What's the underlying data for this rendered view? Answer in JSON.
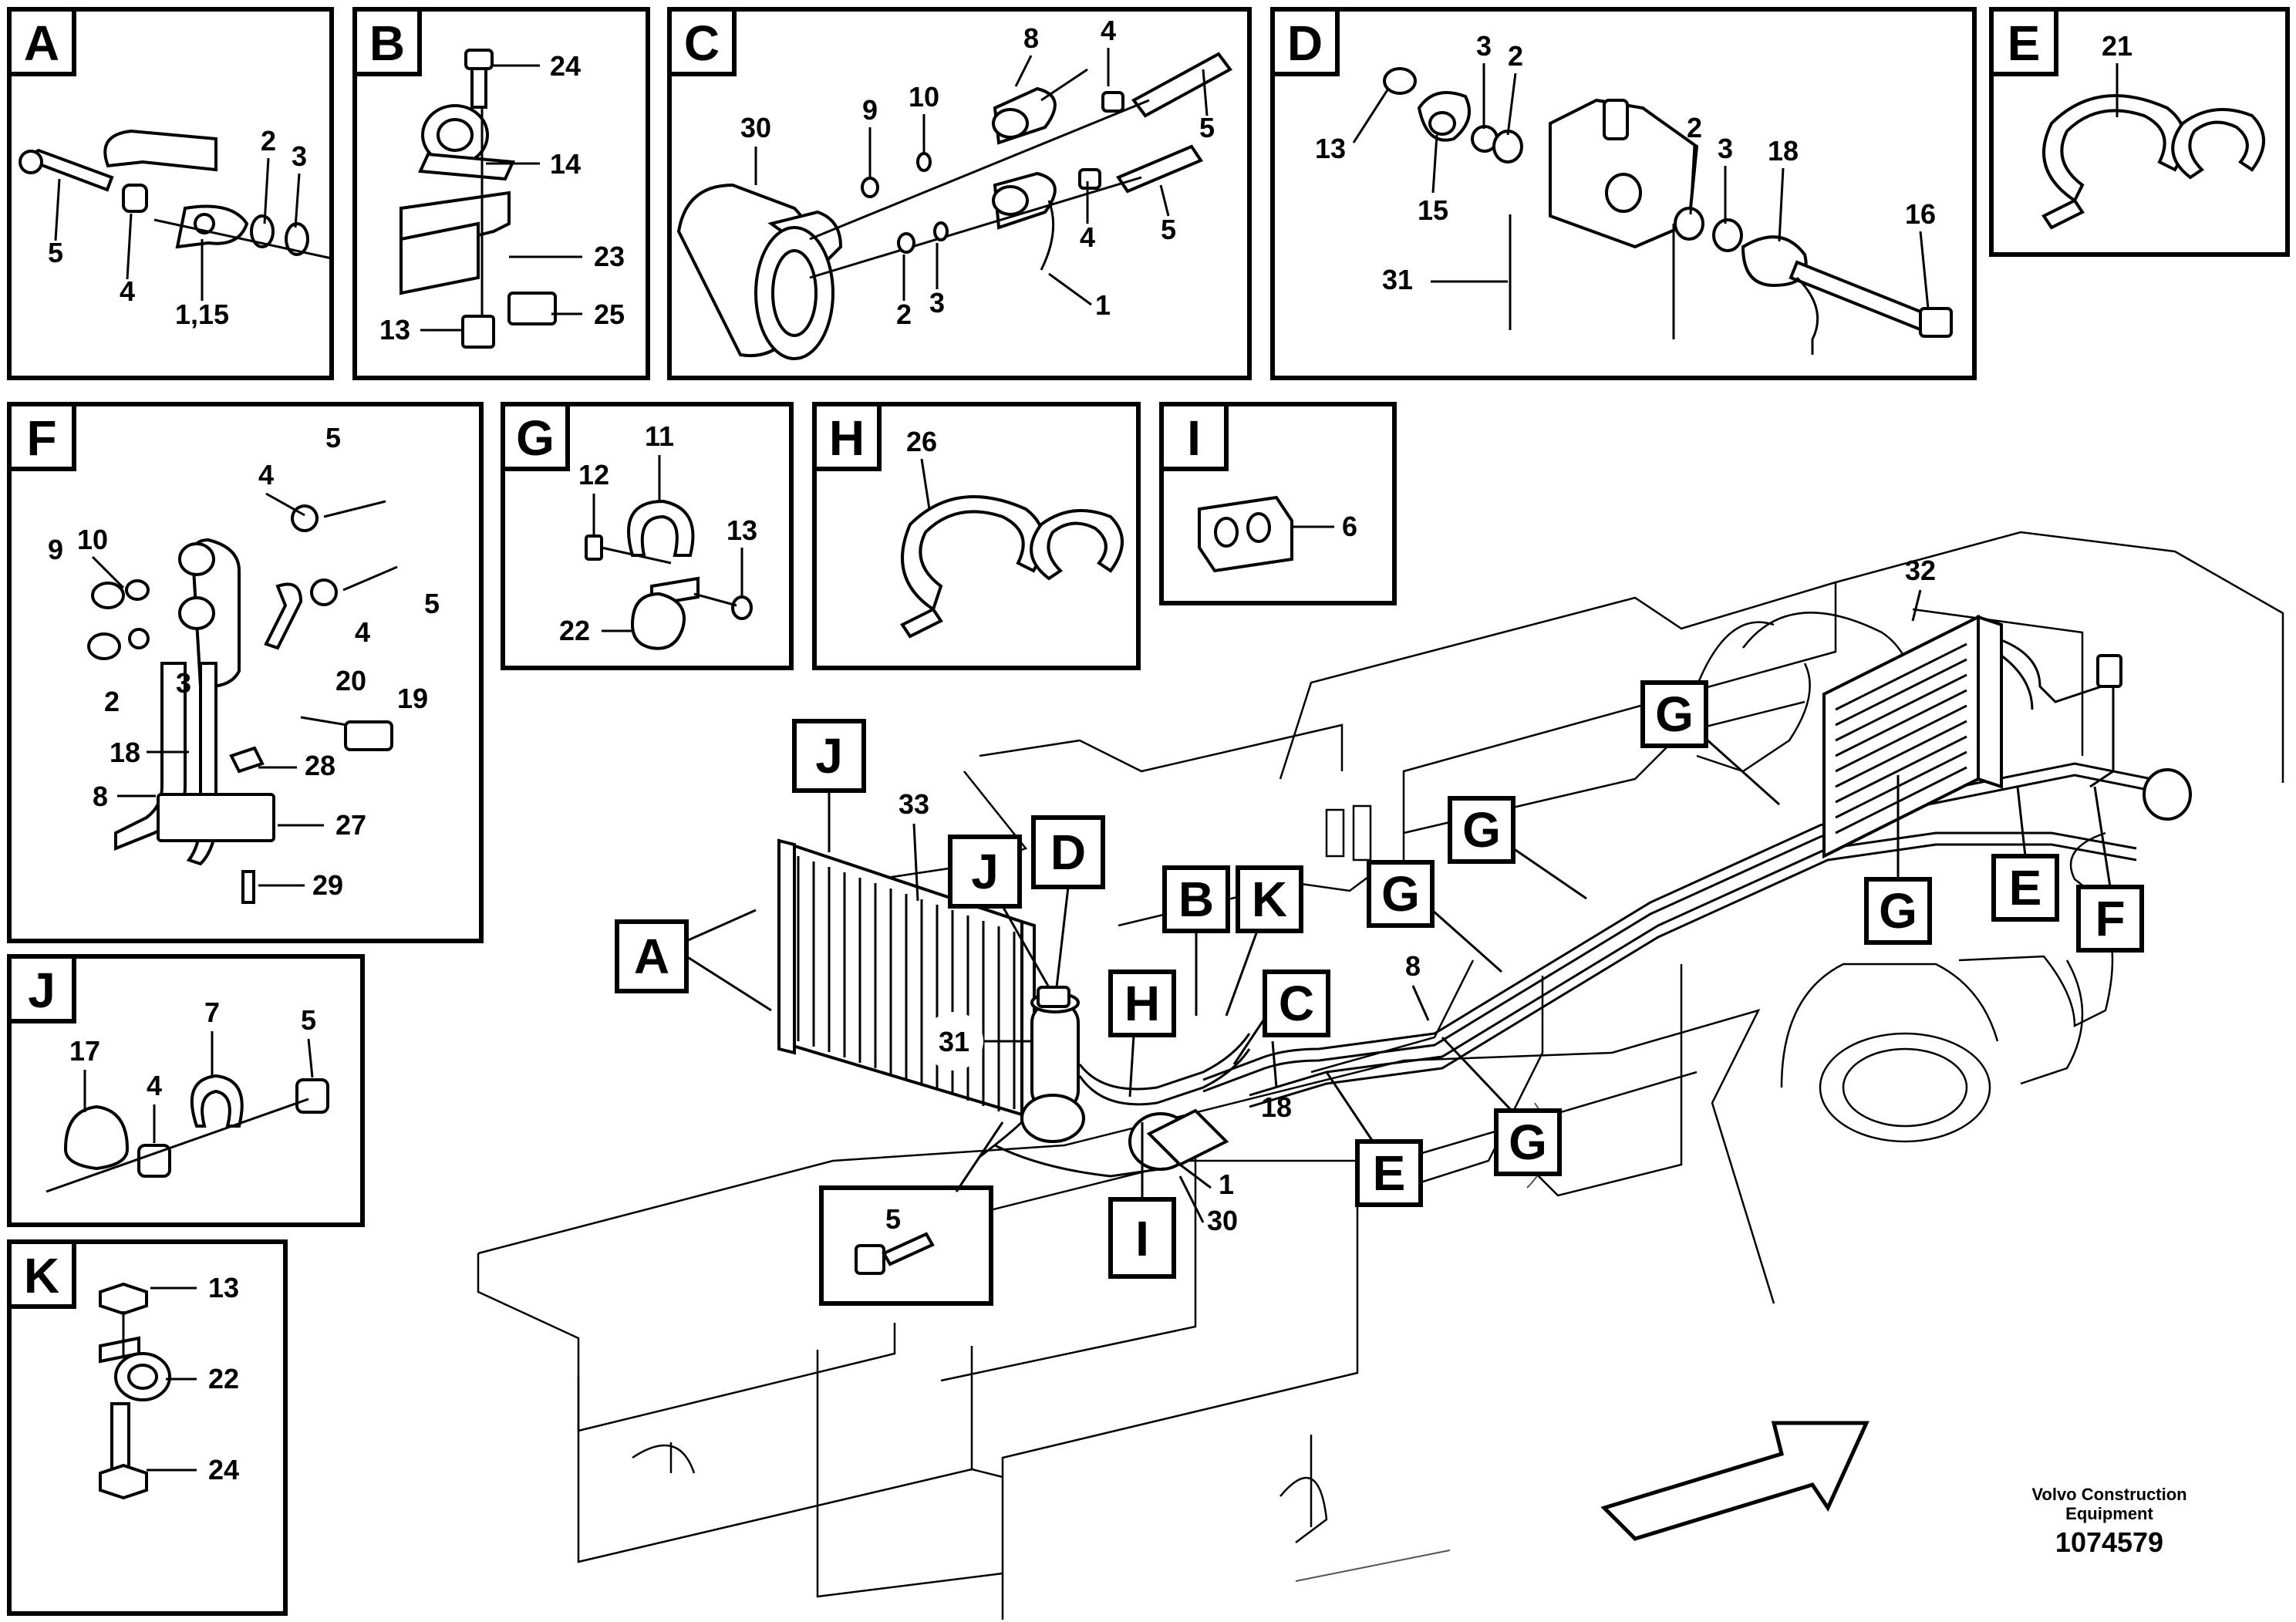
{
  "panels": {
    "A": {
      "letter": "A",
      "callouts": [
        "5",
        "4",
        "2",
        "3",
        "1,15"
      ]
    },
    "B": {
      "letter": "B",
      "callouts": [
        "24",
        "14",
        "23",
        "13",
        "25"
      ]
    },
    "C": {
      "letter": "C",
      "callouts": [
        "8",
        "4",
        "5",
        "30",
        "9",
        "10",
        "5",
        "4",
        "1",
        "2",
        "3"
      ]
    },
    "D": {
      "letter": "D",
      "callouts": [
        "3",
        "2",
        "13",
        "15",
        "2",
        "3",
        "18",
        "16",
        "31"
      ]
    },
    "E": {
      "letter": "E",
      "callouts": [
        "21"
      ]
    },
    "F": {
      "letter": "F",
      "callouts": [
        "5",
        "4",
        "9",
        "10",
        "5",
        "4",
        "2",
        "3",
        "20",
        "19",
        "18",
        "28",
        "8",
        "27",
        "29"
      ]
    },
    "G": {
      "letter": "G",
      "callouts": [
        "11",
        "12",
        "13",
        "22"
      ]
    },
    "H": {
      "letter": "H",
      "callouts": [
        "26"
      ]
    },
    "I": {
      "letter": "I",
      "callouts": [
        "6"
      ]
    },
    "J": {
      "letter": "J",
      "callouts": [
        "7",
        "17",
        "4",
        "5"
      ]
    },
    "K": {
      "letter": "K",
      "callouts": [
        "13",
        "22",
        "24"
      ]
    }
  },
  "main": {
    "callouts": {
      "c32": "32",
      "c33": "33",
      "c31": "31",
      "c8": "8",
      "c18": "18",
      "c1": "1",
      "c30": "30",
      "c5": "5"
    },
    "refs": {
      "A": "A",
      "B": "B",
      "C": "C",
      "D": "D",
      "E1": "E",
      "E2": "E",
      "F": "F",
      "G1": "G",
      "G2": "G",
      "G3": "G",
      "G4": "G",
      "G5": "G",
      "H": "H",
      "I": "I",
      "J1": "J",
      "J2": "J",
      "K": "K"
    }
  },
  "footer": {
    "line1": "Volvo Construction",
    "line2": "Equipment",
    "doc_number": "1074579"
  }
}
